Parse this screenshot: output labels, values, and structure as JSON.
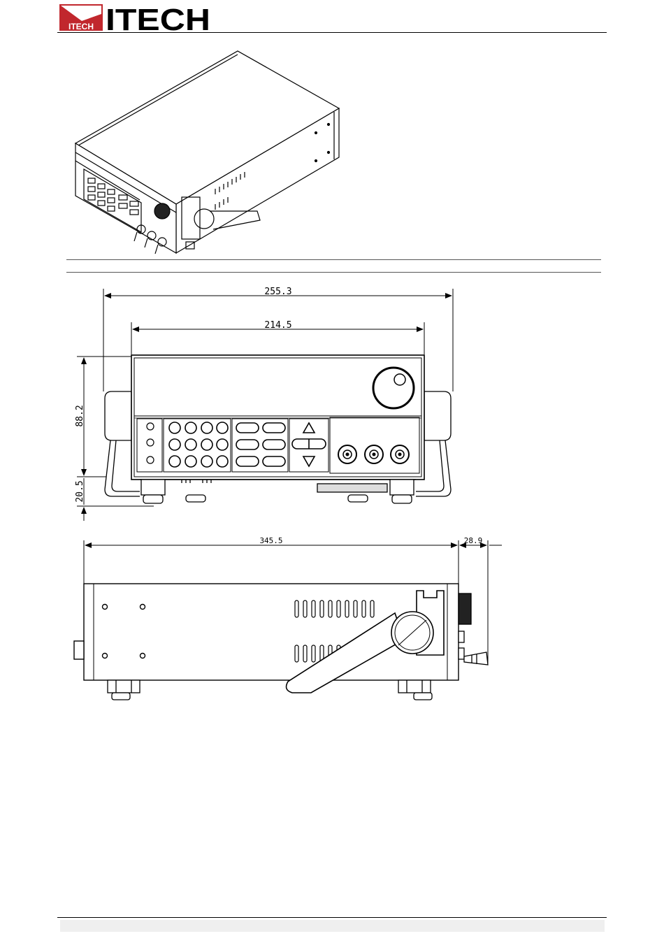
{
  "header": {
    "brand": "ITECH",
    "brand_small": "ITECH",
    "brand_color": "#c1272d"
  },
  "front_view": {
    "overall_width": "255.3",
    "panel_width": "214.5",
    "height": "88.2",
    "foot_height": "20.5"
  },
  "side_view": {
    "length": "345.5",
    "protrusion": "28.9"
  }
}
